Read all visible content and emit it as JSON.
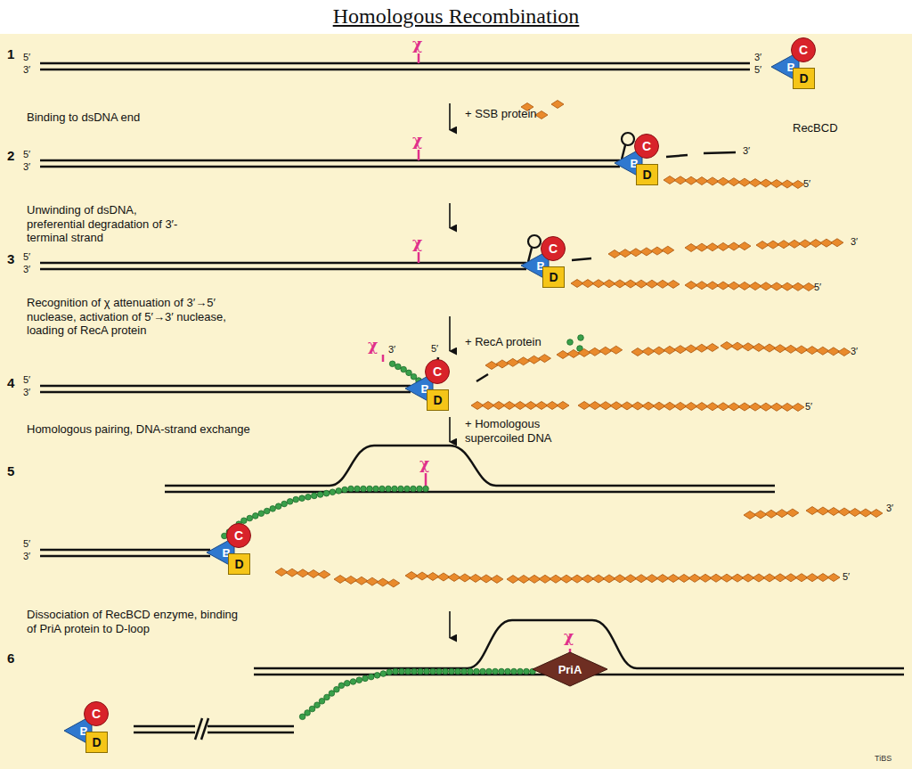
{
  "diagram": {
    "title": "Homologous Recombination",
    "nodes": [
      {
        "text": [
          "B"
        ]
      },
      {
        "text": [
          "C"
        ]
      },
      {
        "text": [
          "D"
        ]
      },
      {
        "text": [
          "B"
        ]
      },
      {
        "text": [
          "C"
        ]
      },
      {
        "text": [
          "D"
        ]
      },
      {
        "text": [
          "B"
        ]
      },
      {
        "text": [
          "C"
        ]
      },
      {
        "text": [
          "D"
        ]
      },
      {
        "text": [
          "B"
        ]
      },
      {
        "text": [
          "C"
        ]
      },
      {
        "text": [
          "D"
        ]
      },
      {
        "text": [
          "B"
        ]
      },
      {
        "text": [
          "C"
        ]
      },
      {
        "text": [
          "D"
        ]
      },
      {
        "text": [
          "B"
        ]
      },
      {
        "text": [
          "C"
        ]
      },
      {
        "text": [
          "D"
        ]
      },
      {
        "text": [
          "PriA"
        ]
      }
    ],
    "labels": [
      "1",
      "5′",
      "3′",
      "χ",
      "3′",
      "5′",
      "Binding to dsDNA end",
      "+ SSB protein",
      "RecBCD",
      "2",
      "5′",
      "3′",
      "χ",
      "3′",
      "5′",
      "Unwinding of dsDNA, preferential degradation of 3′-terminal strand",
      "3",
      "5′",
      "3′",
      "χ",
      "3′",
      "5′",
      "Recognition of χ attenuation of 3′→5′ nuclease, activation of 5′→3′ nuclease, loading of RecA protein",
      "+ RecA protein",
      "4",
      "5′",
      "3′",
      "χ",
      "3′",
      "5′",
      "3′",
      "5′",
      "Homologous pairing, DNA-strand exchange",
      "+ Homologous supercoiled DNA",
      "5",
      "χ",
      "3′",
      "5′",
      "3′",
      "5′",
      "Dissociation of RecBCD enzyme, binding of PriA protein to D-loop",
      "6",
      "χ",
      "TiBS"
    ]
  }
}
